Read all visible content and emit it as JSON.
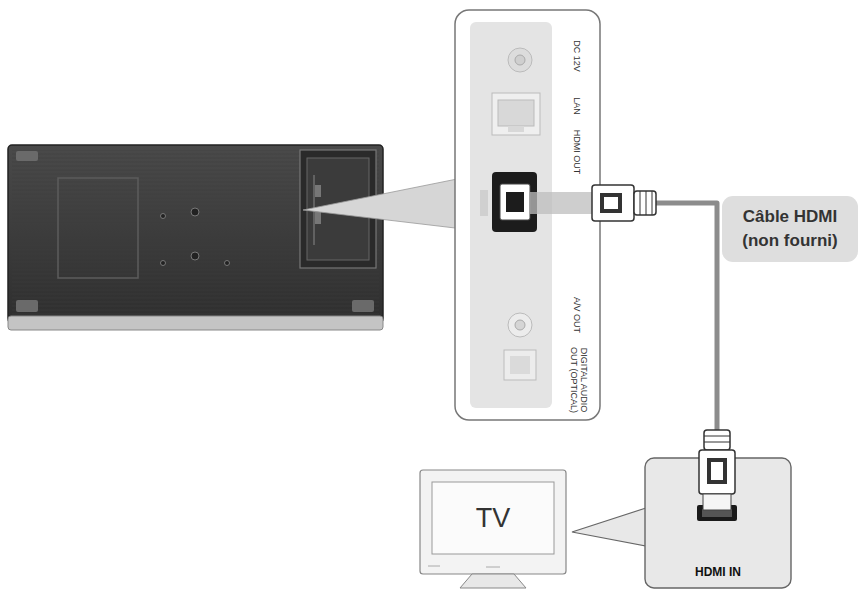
{
  "diagram": {
    "nodes": [
      {
        "text": [
          "DC 12V",
          "LAN",
          "HDMI OUT",
          "A/V OUT",
          "DIGITAL AUDIO OUT (OPTICAL)"
        ]
      },
      {
        "text": [
          "Câble HDMI (non fourni)"
        ]
      },
      {
        "text": [
          "TV"
        ]
      },
      {
        "text": [
          "HDMI IN"
        ]
      }
    ],
    "edges": [
      {
        "from": 0,
        "to": 3,
        "arrow": "none"
      }
    ]
  }
}
